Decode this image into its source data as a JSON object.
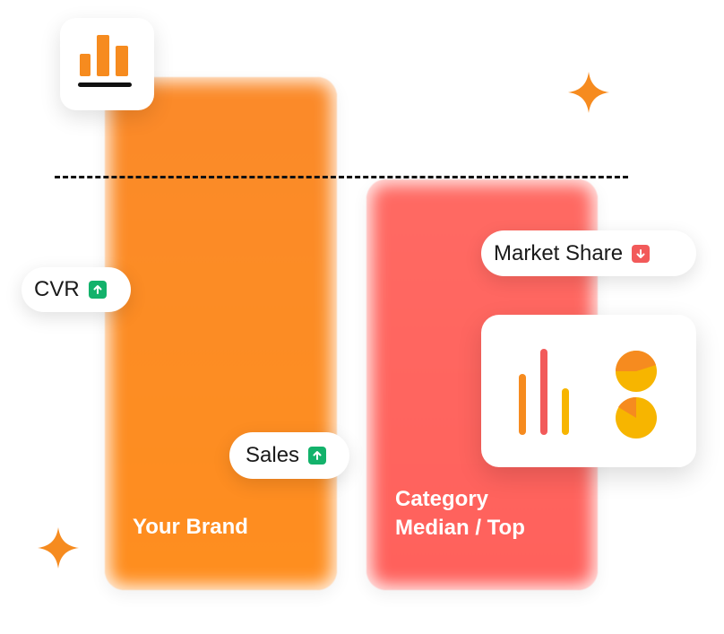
{
  "bars": {
    "brand_label": "Your Brand",
    "category_label": "Category\nMedian / Top"
  },
  "pills": {
    "cvr": "CVR",
    "sales": "Sales",
    "market_share": "Market Share"
  },
  "icons": {
    "top_left": "bar-chart-icon",
    "cvr_trend": "arrow-up-icon",
    "sales_trend": "arrow-up-icon",
    "share_trend": "arrow-down-icon",
    "mini_bars": "bar-chart-icon",
    "mini_pies": "pie-chart-icon",
    "sparkles": "sparkle-icon"
  },
  "colors": {
    "brand_bar": "#fd8d23",
    "category_bar": "#ff645e",
    "up": "#13b26b",
    "down": "#f25a5a",
    "accent_orange": "#f68b1f",
    "accent_yellow": "#f7b500"
  }
}
